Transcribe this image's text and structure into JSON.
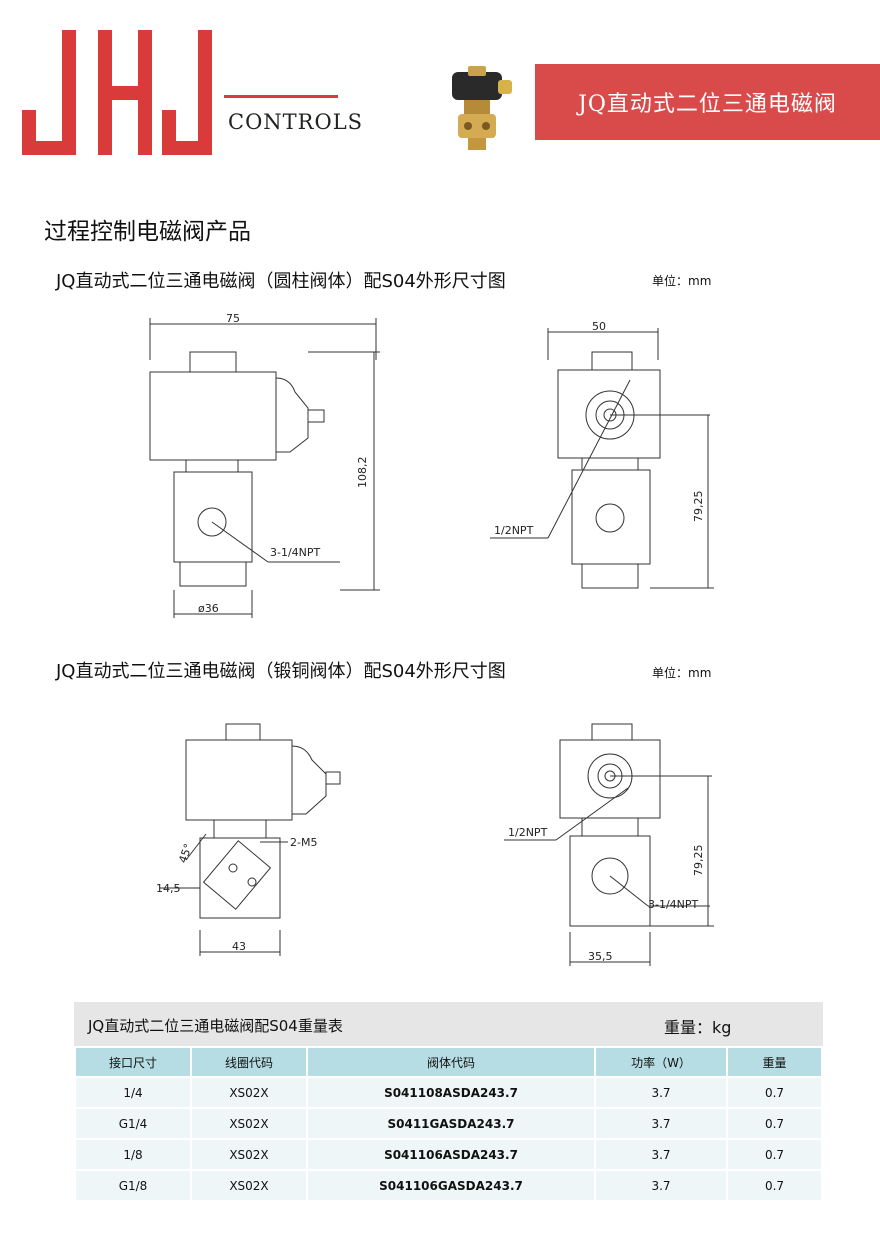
{
  "header": {
    "logo_text": "JHJ",
    "logo_sub": "CONTROLS",
    "banner_title": "JQ直动式二位三通电磁阀",
    "brand_color": "#d93a3a",
    "banner_color": "#d94b4b"
  },
  "page_title": "过程控制电磁阀产品",
  "sections": [
    {
      "title": "JQ直动式二位三通电磁阀（圆柱阀体）配S04外形尺寸图",
      "unit": "单位：mm",
      "labels": {
        "width_front": "75",
        "height_front": "108,2",
        "port_front": "3-1/4NPT",
        "dia": "ø36",
        "width_side": "50",
        "height_side": "79,25",
        "port_side": "1/2NPT"
      }
    },
    {
      "title": "JQ直动式二位三通电磁阀（锻铜阀体）配S04外形尺寸图",
      "unit": "单位：mm",
      "labels": {
        "angle": "45°",
        "screw": "2-M5",
        "offset": "14,5",
        "width_front": "43",
        "port_side_top": "1/2NPT",
        "height_side": "79,25",
        "port_side": "3-1/4NPT",
        "width_side": "35,5"
      }
    }
  ],
  "weight_table": {
    "title": "JQ直动式二位三通电磁阀配S04重量表",
    "unit": "重量：kg",
    "header_color": "#b6dde4",
    "columns": [
      "接口尺寸",
      "线圈代码",
      "阀体代码",
      "功率（W）",
      "重量"
    ],
    "rows": [
      [
        "1/4",
        "XS02X",
        "S041108ASDA243.7",
        "3.7",
        "0.7"
      ],
      [
        "G1/4",
        "XS02X",
        "S0411GASDA243.7",
        "3.7",
        "0.7"
      ],
      [
        "1/8",
        "XS02X",
        "S041106ASDA243.7",
        "3.7",
        "0.7"
      ],
      [
        "G1/8",
        "XS02X",
        "S041106GASDA243.7",
        "3.7",
        "0.7"
      ]
    ]
  }
}
